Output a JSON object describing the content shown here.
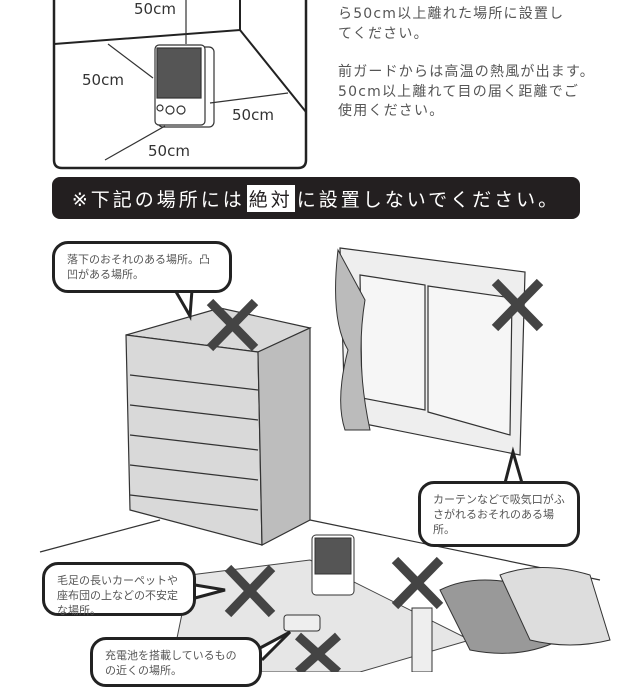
{
  "clearance_diagram": {
    "labels": [
      "50cm",
      "50cm",
      "50cm",
      "50cm"
    ]
  },
  "instructions": {
    "paragraph1": [
      "ら50cm以上離れた場所に設置し",
      "てください。"
    ],
    "paragraph2": [
      "前ガードからは高温の熱風が出ます。",
      "50cm以上離れて目の届く距離でご",
      "使用ください。"
    ]
  },
  "warning_banner": {
    "prefix": "※下記の場所には",
    "highlight": "絶対",
    "suffix": "に設置しないでください。"
  },
  "callouts": {
    "dresser": "落下のおそれのある場所。凸凹がある場所。",
    "curtain": "カーテンなどで吸気口がふさがれるおそれのある場所。",
    "carpet": "毛足の長いカーペットや座布団の上などの不安定な場所。",
    "battery": "充電池を搭載しているものの近くの場所。"
  }
}
